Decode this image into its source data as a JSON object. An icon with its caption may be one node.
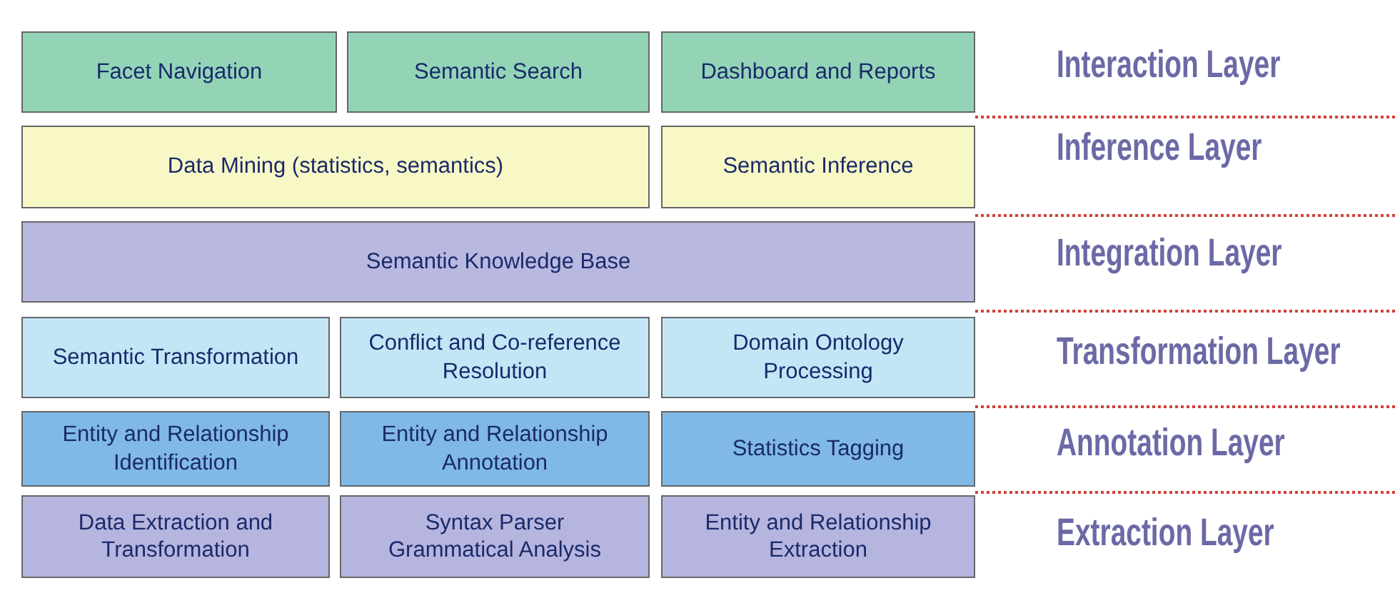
{
  "diagram": {
    "nodes": [
      {
        "text": [
          "Facet Navigation"
        ]
      },
      {
        "text": [
          "Semantic Search"
        ]
      },
      {
        "text": [
          "Dashboard and Reports"
        ]
      },
      {
        "text": [
          "Data Mining (statistics, semantics)"
        ]
      },
      {
        "text": [
          "Semantic Inference"
        ]
      },
      {
        "text": [
          "Semantic Knowledge Base"
        ]
      },
      {
        "text": [
          "Semantic Transformation"
        ]
      },
      {
        "text": [
          "Conflict and Co-reference Resolution"
        ]
      },
      {
        "text": [
          "Domain Ontology Processing"
        ]
      },
      {
        "text": [
          "Entity and Relationship Identification"
        ]
      },
      {
        "text": [
          "Entity and Relationship Annotation"
        ]
      },
      {
        "text": [
          "Statistics Tagging"
        ]
      },
      {
        "text": [
          "Data Extraction and Transformation"
        ]
      },
      {
        "text": [
          "Syntax Parser Grammatical Analysis"
        ]
      },
      {
        "text": [
          "Entity and Relationship Extraction"
        ]
      }
    ],
    "edges": [],
    "labels": [
      "Interaction Layer",
      "Inference Layer",
      "Integration Layer",
      "Transformation Layer",
      "Annotation Layer",
      "Extraction Layer"
    ]
  }
}
